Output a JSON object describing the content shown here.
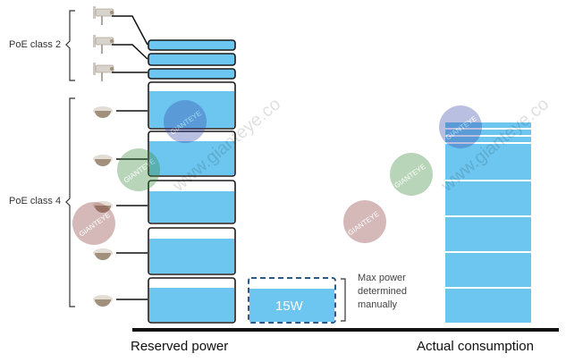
{
  "labels": {
    "class2": "PoE class 2",
    "class4": "PoE class 4",
    "max_power_note": "Max power determined manually",
    "reserved_power": "Reserved power",
    "actual_consumption": "Actual consumption",
    "manual_value": "15W"
  },
  "watermarks": {
    "brand": "GIANTEYE",
    "domain": "www.gianteye.co"
  },
  "colors": {
    "fill": "#6cc6ef",
    "outline": "#1a1a1a",
    "dashed": "#2a5a8a",
    "baseline": "#111111",
    "camera": "#a0907c"
  },
  "icons": {
    "class2_devices": [
      "bullet-camera-icon",
      "bullet-camera-icon",
      "bullet-camera-icon"
    ],
    "class4_devices": [
      "dome-camera-icon",
      "dome-camera-icon",
      "dome-camera-icon",
      "dome-camera-icon",
      "dome-camera-icon"
    ]
  }
}
